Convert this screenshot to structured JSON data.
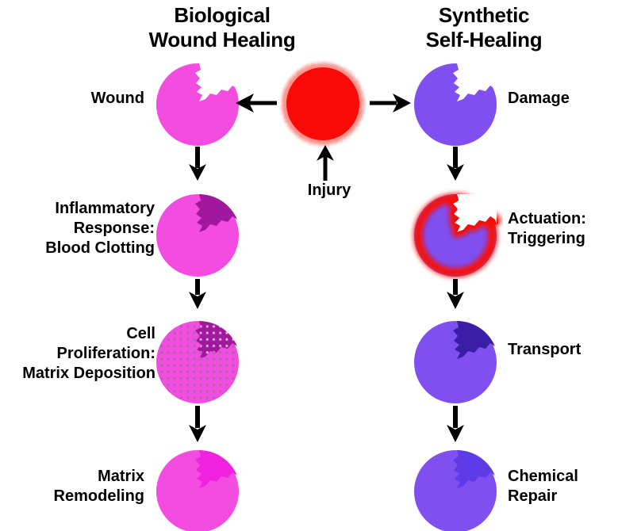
{
  "figure": {
    "background_color": "#ffffff",
    "title_left": "Biological\nWound Healing",
    "title_right": "Synthetic\nSelf-Healing",
    "center_label": "Injury"
  },
  "colors": {
    "pink": "#f24de0",
    "pink_magenta": "#ef3ddd",
    "pink_dark_clot": "#a0189c",
    "pink_dot": "#a06a9e",
    "pink_dot_light": "#efafe8",
    "purple": "#7f4ff0",
    "purple_dark": "#3b1ea8",
    "purple_mid": "#5a3be0",
    "red": "#fa0a06",
    "black": "#000000"
  },
  "left_column": {
    "name": "Biological Wound Healing",
    "steps": [
      {
        "label": "Wound",
        "state": "damaged-circle",
        "fill": "#f24de0"
      },
      {
        "label": "Inflammatory\nResponse:\nBlood Clotting",
        "state": "clotted-circle",
        "fill": "#f24de0",
        "patch": "#a0189c"
      },
      {
        "label": "Cell\nProliferation:\nMatrix Deposition",
        "state": "dotted-circle",
        "fill": "#f24de0",
        "patch": "#a0189c"
      },
      {
        "label": "Matrix\nRemodeling",
        "state": "healed-circle",
        "fill": "#f24de0",
        "patch": "#ef3ddd"
      }
    ]
  },
  "right_column": {
    "name": "Synthetic Self-Healing",
    "steps": [
      {
        "label": "Damage",
        "state": "damaged-circle",
        "fill": "#7f4ff0"
      },
      {
        "label": "Actuation:\nTriggering",
        "state": "triggered-circle",
        "fill": "#7f4ff0",
        "glow": "#fa0a06"
      },
      {
        "label": "Transport",
        "state": "transport-circle",
        "fill": "#7f4ff0",
        "patch": "#3b1ea8"
      },
      {
        "label": "Chemical\nRepair",
        "state": "repaired-circle",
        "fill": "#7f4ff0",
        "patch": "#5a3be0"
      }
    ]
  },
  "center": {
    "label": "Injury",
    "shape": "red-glowing-circle",
    "fill": "#fa0a06"
  },
  "arrows": [
    {
      "name": "injury-to-wound",
      "direction": "left"
    },
    {
      "name": "injury-to-damage",
      "direction": "right"
    },
    {
      "name": "injury-source",
      "direction": "up"
    },
    {
      "name": "left-step-1-to-2",
      "direction": "down"
    },
    {
      "name": "left-step-2-to-3",
      "direction": "down"
    },
    {
      "name": "left-step-3-to-4",
      "direction": "down"
    },
    {
      "name": "right-step-1-to-2",
      "direction": "down"
    },
    {
      "name": "right-step-2-to-3",
      "direction": "down"
    },
    {
      "name": "right-step-3-to-4",
      "direction": "down"
    }
  ]
}
